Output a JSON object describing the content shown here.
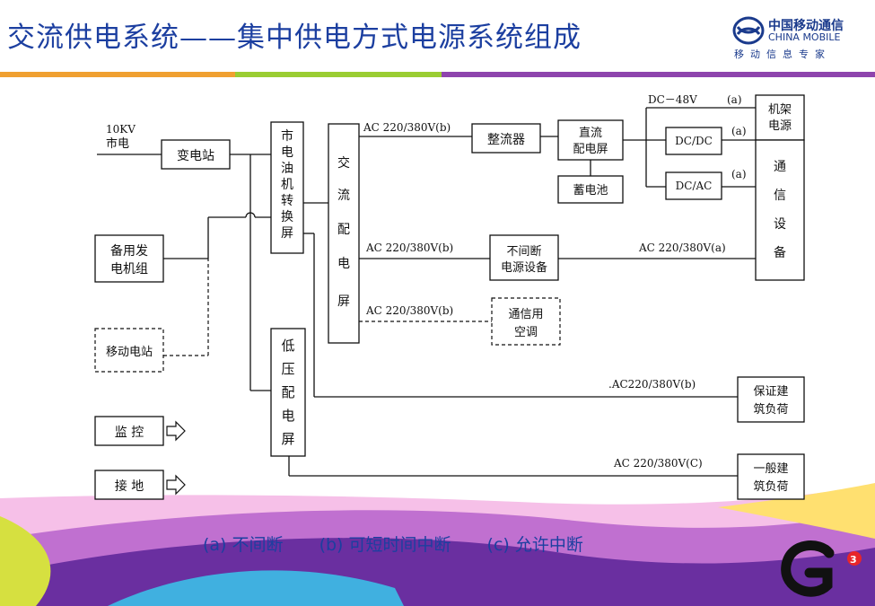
{
  "header": {
    "title": "交流供电系统——集中供电方式电源系统组成",
    "logo_cn": "中国移动通信",
    "logo_en": "CHINA MOBILE",
    "logo_sub": "移动信息专家"
  },
  "diagram": {
    "mains_label_1": "10KV",
    "mains_label_2": "市电",
    "substation": "变电站",
    "mains_oil_switch": [
      "市",
      "电",
      "油",
      "机",
      "转",
      "换",
      "屏"
    ],
    "ac_distribution": [
      "交",
      "流",
      "配",
      "电",
      "屏"
    ],
    "backup_generator": [
      "备用发",
      "电机组"
    ],
    "mobile_station": "移动电站",
    "monitoring": "监 控",
    "grounding": "接 地",
    "low_voltage_panel": [
      "低",
      "压",
      "配",
      "电",
      "屏"
    ],
    "rectifier": "整流器",
    "dc_distribution": [
      "直流",
      "配电屏"
    ],
    "battery": "蓄电池",
    "dcdc": "DC/DC",
    "dcac": "DC/AC",
    "dc_48v": "DC－48V",
    "a_mark": "(a)",
    "rack_power": [
      "机架",
      "电源"
    ],
    "telecom_equipment": [
      "通",
      "信",
      "设",
      "备"
    ],
    "ups": [
      "不间断",
      "电源设备"
    ],
    "ac_aircon": [
      "通信用",
      "空调"
    ],
    "ac_b": "AC 220/380V(b)",
    "ac_a": "AC 220/380V(a)",
    "ac_b_2": ".AC220/380V(b)",
    "ac_c": "AC 220/380V(C)",
    "guaranteed_load": [
      "保证建",
      "筑负荷"
    ],
    "general_load": [
      "一般建",
      "筑负荷"
    ]
  },
  "legend": {
    "a": "(a) 不间断",
    "b": "(b) 可短时间中断",
    "c": "(c) 允许中断"
  },
  "colors": {
    "title": "#1c3fa0",
    "band_orange": "#f0a030",
    "band_green": "#9acd32",
    "band_purple": "#8e44ad"
  }
}
